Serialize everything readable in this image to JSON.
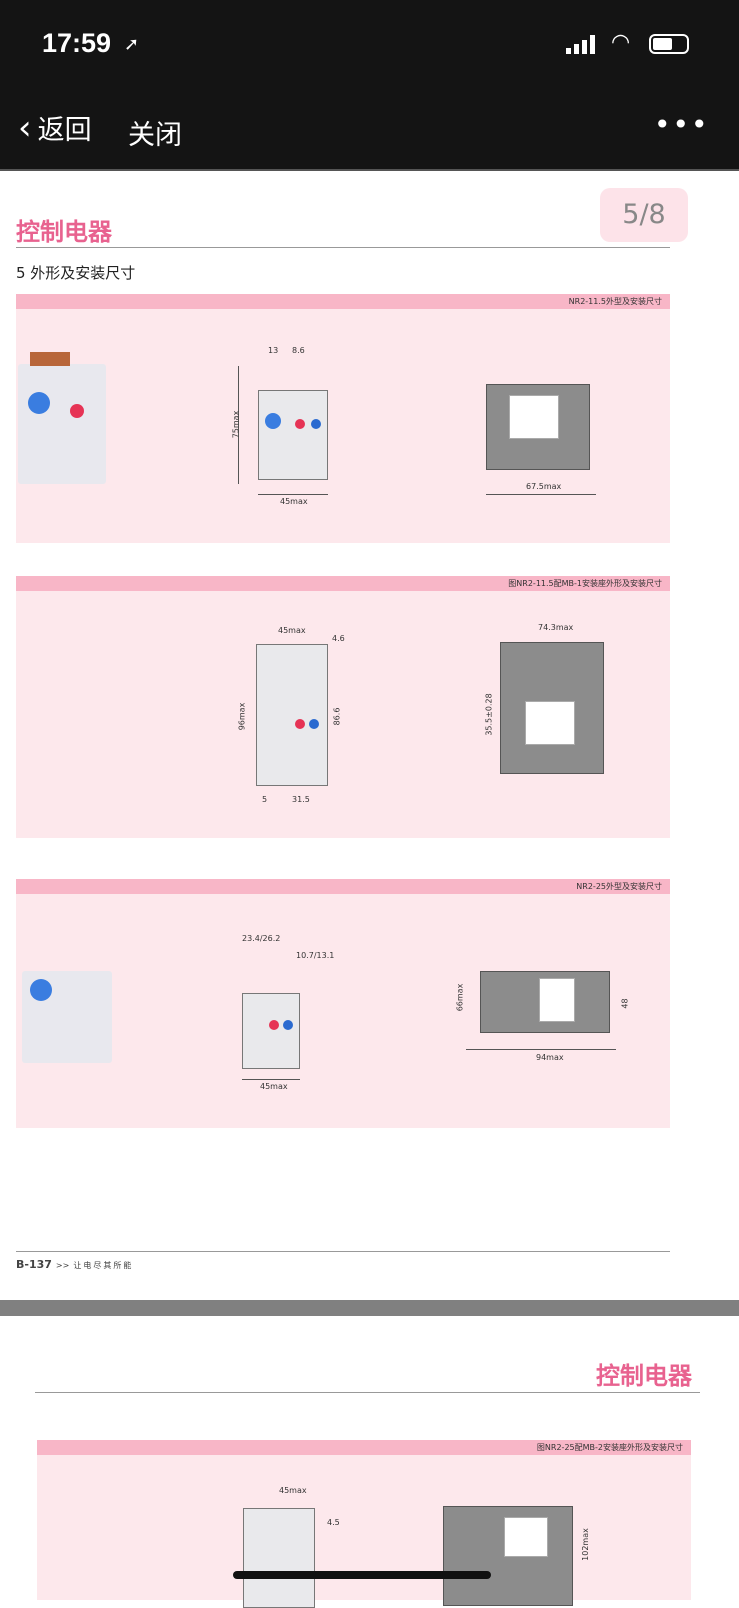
{
  "status_bar": {
    "time": "17:59",
    "location_icon": "location-arrow-icon",
    "signal_icon": "signal-icon",
    "wifi_icon": "wifi-icon",
    "battery_icon": "battery-icon"
  },
  "nav": {
    "back_label": "返回",
    "close_label": "关闭",
    "more_icon": "more-dots-icon"
  },
  "page_indicator": "5/8",
  "page1": {
    "header": "控制电器",
    "section_title": "5 外形及安装尺寸",
    "panels": [
      {
        "caption": "NR2-11.5外型及安装尺寸",
        "dims": [
          "13",
          "8.6",
          "75max",
          "45max",
          "67.5max"
        ]
      },
      {
        "caption": "图NR2-11.5配MB-1安装座外形及安装尺寸",
        "dims": [
          "45max",
          "4.6",
          "96max",
          "86.6",
          "5",
          "31.5",
          "74.3max",
          "35.5±0.28"
        ]
      },
      {
        "caption": "NR2-25外型及安装尺寸",
        "dims": [
          "23.4/26.2",
          "10.7/13.1",
          "45max",
          "66max",
          "48",
          "94max"
        ]
      }
    ],
    "footer": {
      "page_no": "B-137",
      "arrows": ">>",
      "slogan": "让电尽其所能"
    }
  },
  "page2": {
    "header": "控制电器",
    "panels": [
      {
        "caption": "图NR2-25配MB-2安装座外形及安装尺寸",
        "dims": [
          "45max",
          "4.5",
          "102max"
        ]
      }
    ]
  },
  "colors": {
    "accent": "#e8628f",
    "strip": "#f8b6c7",
    "panel": "#fde8ec",
    "bar": "#141414"
  }
}
